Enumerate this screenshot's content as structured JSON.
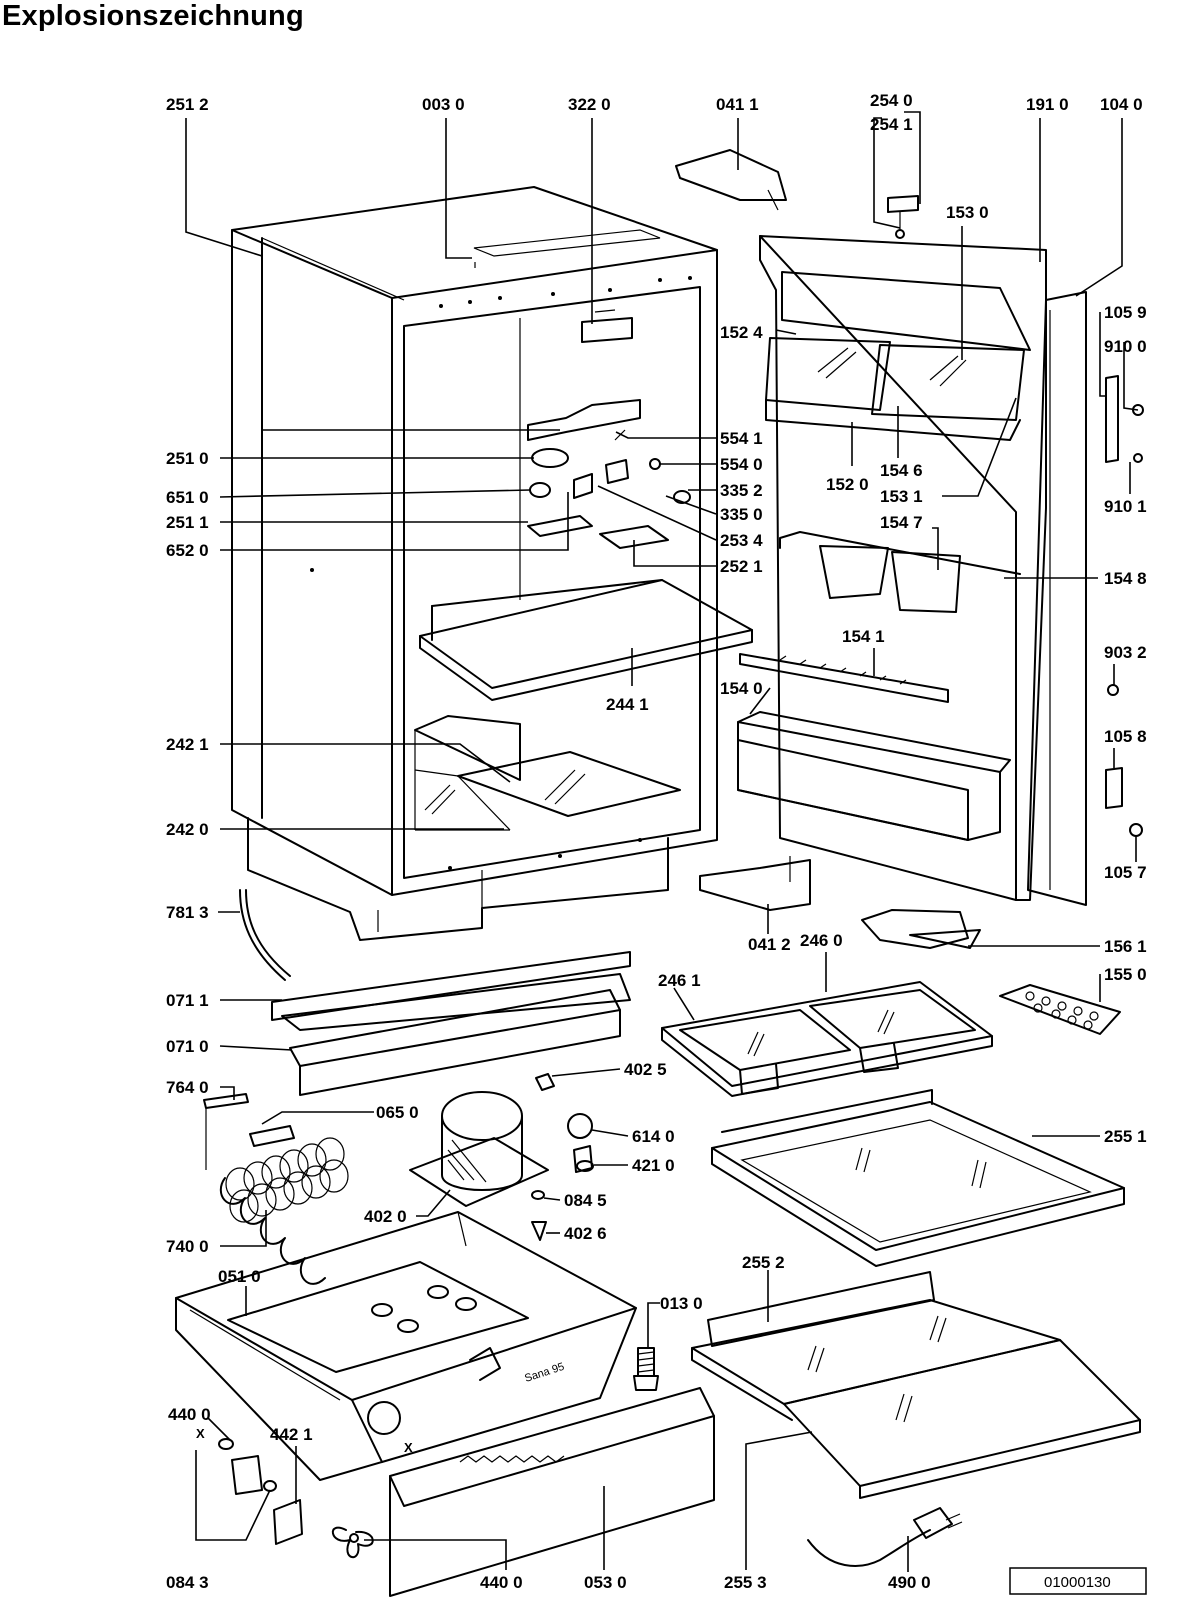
{
  "title": "Explosionszeichnung",
  "drawing_ref": "01000130",
  "parts": {
    "p2512": "251 2",
    "p0030": "003 0",
    "p3220": "322 0",
    "p0411": "041 1",
    "p2540": "254 0",
    "p2541": "254 1",
    "p1910": "191 0",
    "p1040": "104 0",
    "p1530": "153 0",
    "p1059": "105 9",
    "p9100": "910 0",
    "p1524": "152 4",
    "p5541": "554 1",
    "p5540": "554 0",
    "p3352": "335 2",
    "p3350": "335 0",
    "p2534": "253 4",
    "p2521": "252 1",
    "p2510": "251 0",
    "p6510": "651 0",
    "p2511": "251 1",
    "p6520": "652 0",
    "p1520": "152 0",
    "p1546": "154 6",
    "p1531": "153 1",
    "p9101": "910 1",
    "p1547": "154 7",
    "p1548": "154 8",
    "p1541": "154 1",
    "p9032": "903 2",
    "p1540": "154 0",
    "p2441": "244 1",
    "p2421": "242 1",
    "p1058": "105 8",
    "p2420": "242 0",
    "p1057": "105 7",
    "p7813": "781 3",
    "p0412": "041 2",
    "p2460": "246 0",
    "p1561": "156 1",
    "p2461": "246 1",
    "p1550": "155 0",
    "p0711": "071 1",
    "p0710": "071 0",
    "p4025": "402 5",
    "p7640": "764 0",
    "p0650": "065 0",
    "p6140": "614 0",
    "p4210": "421 0",
    "p2551": "255 1",
    "p4020": "402 0",
    "p0845": "084 5",
    "p4026": "402 6",
    "p7400": "740 0",
    "p0510": "051 0",
    "p2552": "255 2",
    "p0130": "013 0",
    "p4400top": "440 0",
    "p4421": "442 1",
    "p0843": "084 3",
    "p4400": "440 0",
    "p0530": "053 0",
    "p2553": "255 3",
    "p4900": "490 0"
  },
  "marks": {
    "x1": "X",
    "x2": "X",
    "stamp": "Sana 95"
  }
}
